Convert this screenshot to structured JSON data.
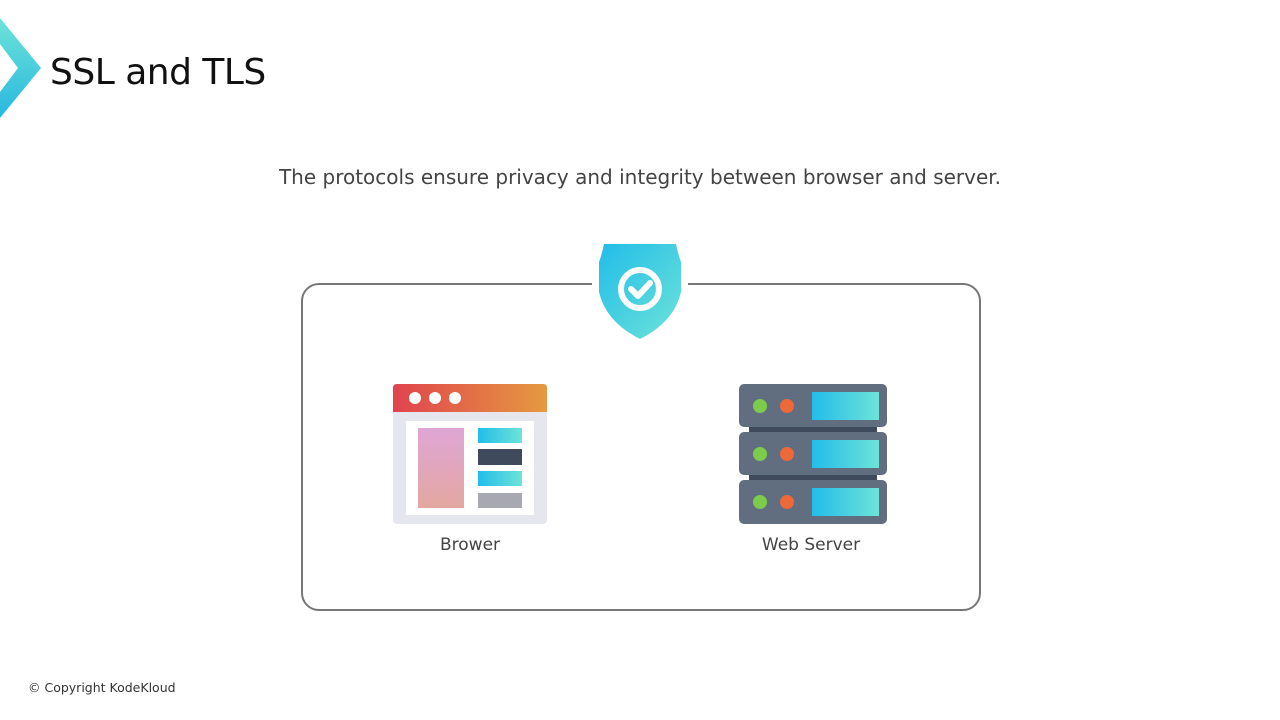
{
  "slide": {
    "title": "SSL and TLS",
    "subtitle": "The protocols ensure privacy and integrity between browser and server.",
    "browser_label": "Brower",
    "server_label": "Web Server",
    "copyright": "© Copyright KodeKloud"
  },
  "colors": {
    "accent_start": "#27c0e8",
    "accent_end": "#6ee3d8",
    "server_body": "#616e80"
  }
}
